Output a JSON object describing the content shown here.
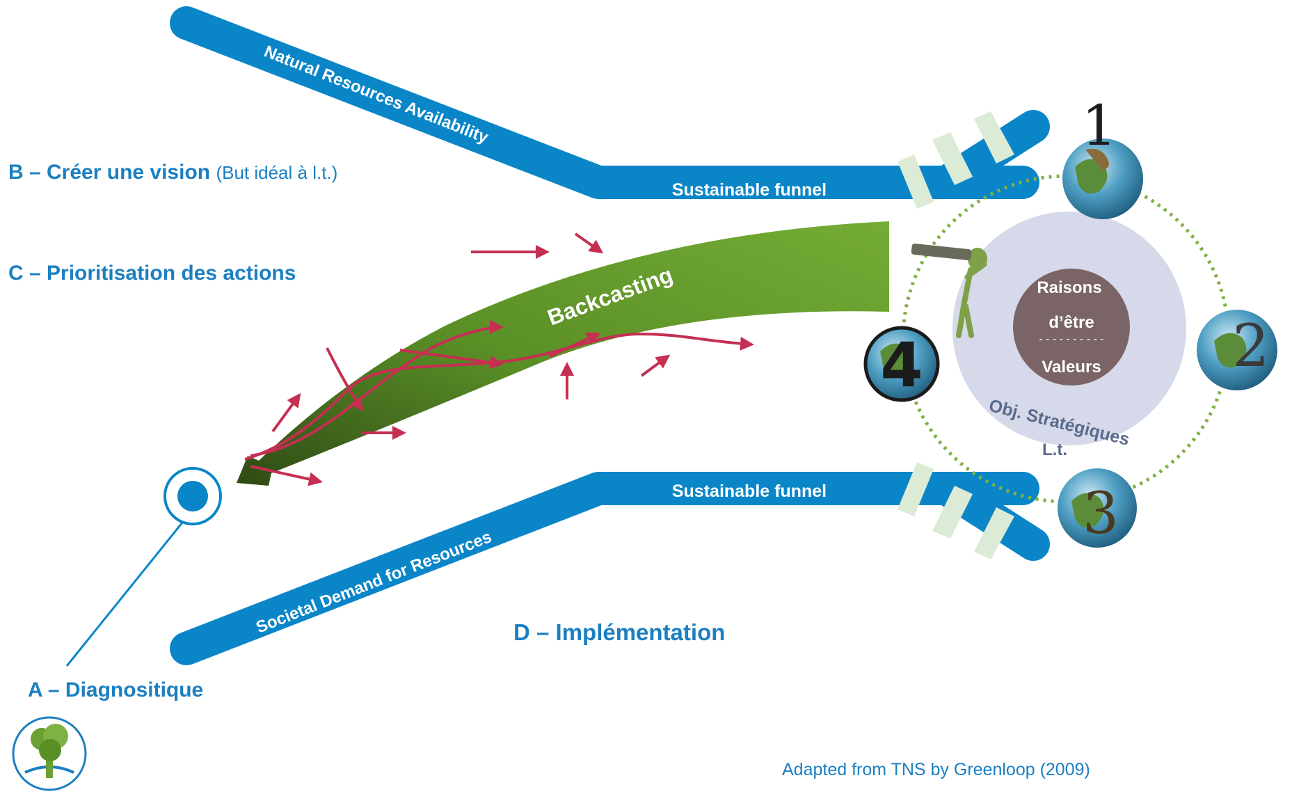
{
  "labels": {
    "natural_resources": "Natural Resources Availability",
    "societal_demand": "Societal Demand for Resources",
    "funnel_top": "Sustainable funnel",
    "funnel_bottom": "Sustainable funnel",
    "backcasting": "Backcasting",
    "raisons": "Raisons",
    "detre": "d’être",
    "divider": "- - - - - - - - - -",
    "valeurs": "Valeurs",
    "obj": "Obj. Stratégiques",
    "lt": "L.t.",
    "step_b_main": "B – Créer une vision",
    "step_b_note": "(But idéal à l.t.)",
    "step_c": "C – Prioritisation des actions",
    "step_d": "D – Implémentation",
    "step_a": "A – Diagnositique",
    "credit": "Adapted from TNS by Greenloop (2009)"
  },
  "globe_numbers": [
    "1",
    "2",
    "3",
    "4"
  ],
  "icons": [
    "funnel-top-band",
    "funnel-bottom-band",
    "backcasting-arrow",
    "target-icon",
    "telescope-figure-icon",
    "globe-1-icon",
    "globe-2-icon",
    "globe-3-icon",
    "globe-4-icon",
    "tree-logo-icon"
  ],
  "colors": {
    "funnel_blue": "#0a86c8",
    "band_light": "#dcebd5",
    "backcasting_green": "#6aa132",
    "arrow_red": "#c62f52",
    "inner_circle": "#d5d9ea",
    "core_circle": "#7a6465",
    "dotted_green": "#7fb143",
    "text_blue": "#1b7fc1"
  }
}
